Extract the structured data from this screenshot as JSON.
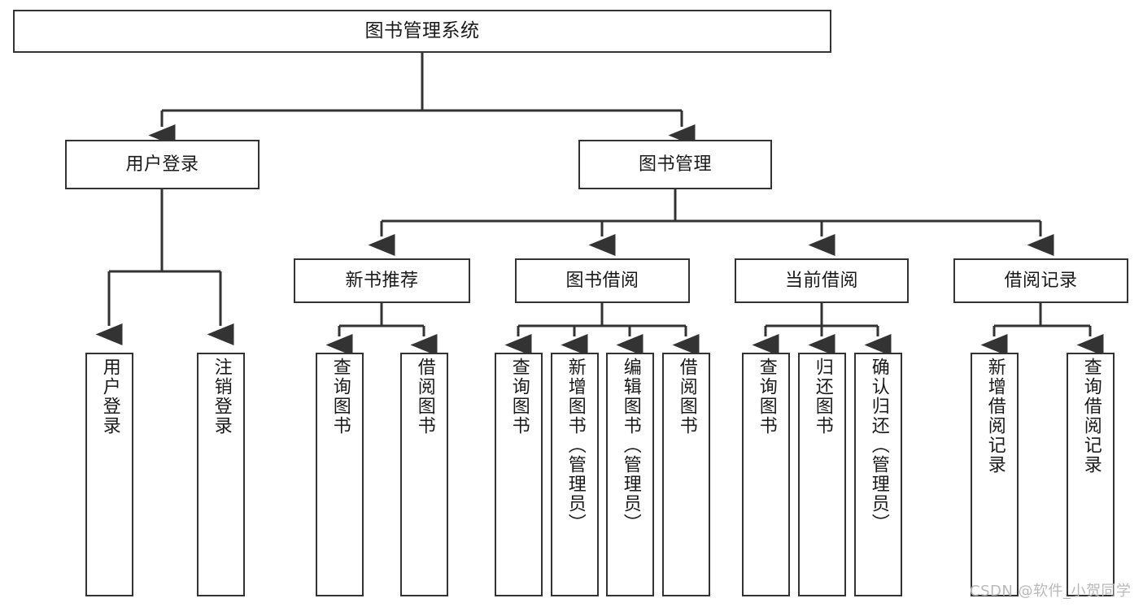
{
  "diagram": {
    "title_text": "图书管理系统",
    "stroke_color": "#333333",
    "background_color": "#ffffff",
    "text_color": "#1a1a1a",
    "nodes": {
      "root": {
        "label": "图书管理系统"
      },
      "level2": [
        {
          "id": "user-login",
          "label": "用户登录"
        },
        {
          "id": "book-management",
          "label": "图书管理"
        }
      ],
      "level3": [
        {
          "id": "new-book-recommend",
          "label": "新书推荐"
        },
        {
          "id": "book-borrow",
          "label": "图书借阅"
        },
        {
          "id": "current-borrow",
          "label": "当前借阅"
        },
        {
          "id": "borrow-record",
          "label": "借阅记录"
        }
      ],
      "leaves": {
        "user_login": [
          {
            "id": "leaf-user-login",
            "label": "用户登录"
          },
          {
            "id": "leaf-logout-login",
            "label": "注销登录"
          }
        ],
        "new_book_recommend": [
          {
            "id": "leaf-query-book-1",
            "label": "查询图书"
          },
          {
            "id": "leaf-borrow-book-1",
            "label": "借阅图书"
          }
        ],
        "book_borrow": [
          {
            "id": "leaf-query-book-2",
            "label": "查询图书"
          },
          {
            "id": "leaf-add-book",
            "label": "新增图书（管理员）"
          },
          {
            "id": "leaf-edit-book",
            "label": "编辑图书（管理员）"
          },
          {
            "id": "leaf-borrow-book-2",
            "label": "借阅图书"
          }
        ],
        "current_borrow": [
          {
            "id": "leaf-query-book-3",
            "label": "查询图书"
          },
          {
            "id": "leaf-return-book",
            "label": "归还图书"
          },
          {
            "id": "leaf-confirm-return",
            "label": "确认归还（管理员）"
          }
        ],
        "borrow_record": [
          {
            "id": "leaf-add-record",
            "label": "新增借阅记录"
          },
          {
            "id": "leaf-query-record",
            "label": "查询借阅记录"
          }
        ]
      }
    }
  },
  "watermark": {
    "text": "CSDN @软件_小贺同学"
  }
}
